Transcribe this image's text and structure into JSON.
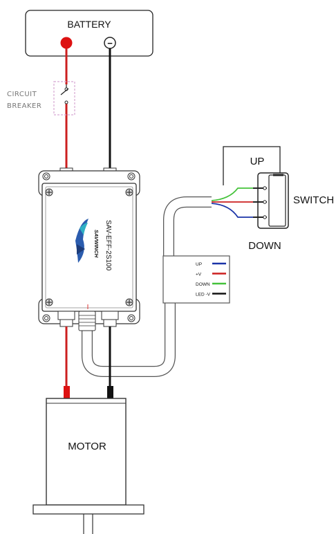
{
  "battery": {
    "label": "BATTERY",
    "negative_symbol": "−"
  },
  "breaker": {
    "line1": "CIRCUIT",
    "line2": "BREAKER"
  },
  "controller": {
    "brand": "SAVWINCH",
    "model": "SAV-EFF-2S100"
  },
  "connector_pins": [
    {
      "label": "UP",
      "color": "#1a33a8"
    },
    {
      "label": "+V",
      "color": "#cc1f1f"
    },
    {
      "label": "DOWN",
      "color": "#44c23a"
    },
    {
      "label": "LED -V",
      "color": "#111111"
    }
  ],
  "switch": {
    "label": "SWITCH",
    "up_label": "UP",
    "down_label": "DOWN"
  },
  "motor": {
    "label": "MOTOR"
  },
  "colors": {
    "positive": "#cc1f1f",
    "negative": "#111111",
    "breaker_outline": "#d7a6d3"
  }
}
